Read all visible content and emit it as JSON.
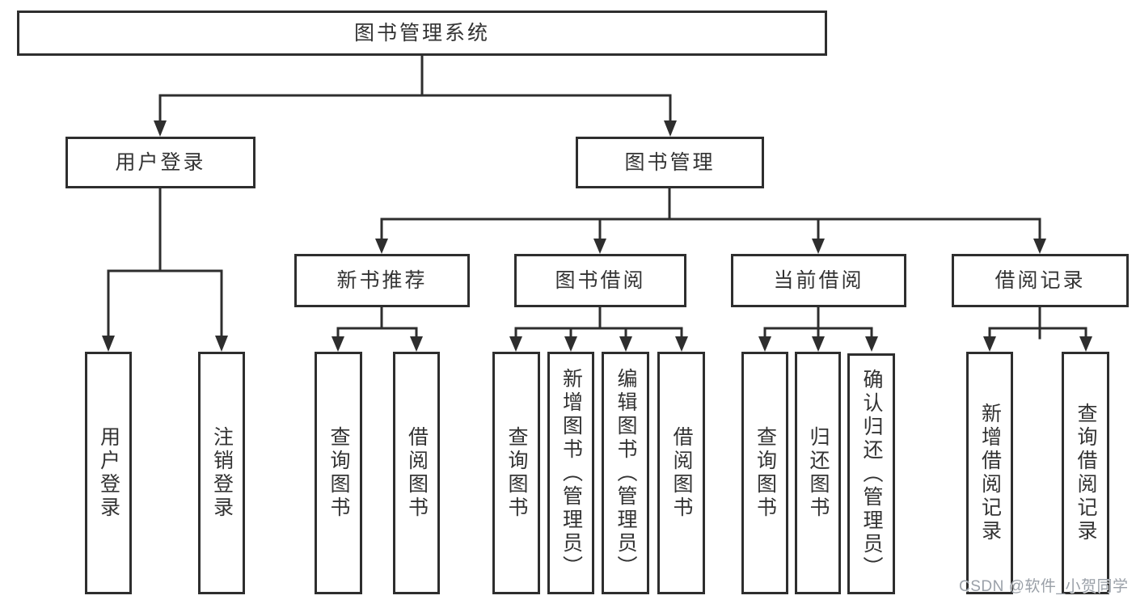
{
  "diagram": {
    "root": {
      "label": "图书管理系统"
    },
    "branches": [
      {
        "label": "用户登录",
        "children": [
          {
            "label": "用户登录"
          },
          {
            "label": "注销登录"
          }
        ]
      },
      {
        "label": "图书管理",
        "children": [
          {
            "label": "新书推荐",
            "children": [
              {
                "label": "查询图书"
              },
              {
                "label": "借阅图书"
              }
            ]
          },
          {
            "label": "图书借阅",
            "children": [
              {
                "label": "查询图书"
              },
              {
                "label": "新增图书（管理员）"
              },
              {
                "label": "编辑图书（管理员）"
              },
              {
                "label": "借阅图书"
              }
            ]
          },
          {
            "label": "当前借阅",
            "children": [
              {
                "label": "查询图书"
              },
              {
                "label": "归还图书"
              },
              {
                "label": "确认归还（管理员）"
              }
            ]
          },
          {
            "label": "借阅记录",
            "children": [
              {
                "label": "新增借阅记录"
              },
              {
                "label": "查询借阅记录"
              }
            ]
          }
        ]
      }
    ]
  },
  "watermark": {
    "text": "CSDN @软件_小贺同学"
  },
  "colors": {
    "line": "#2e2e2e",
    "box_border": "#2e2e2e",
    "text": "#333333",
    "watermark": "#9aa0a8",
    "background": "#ffffff"
  }
}
